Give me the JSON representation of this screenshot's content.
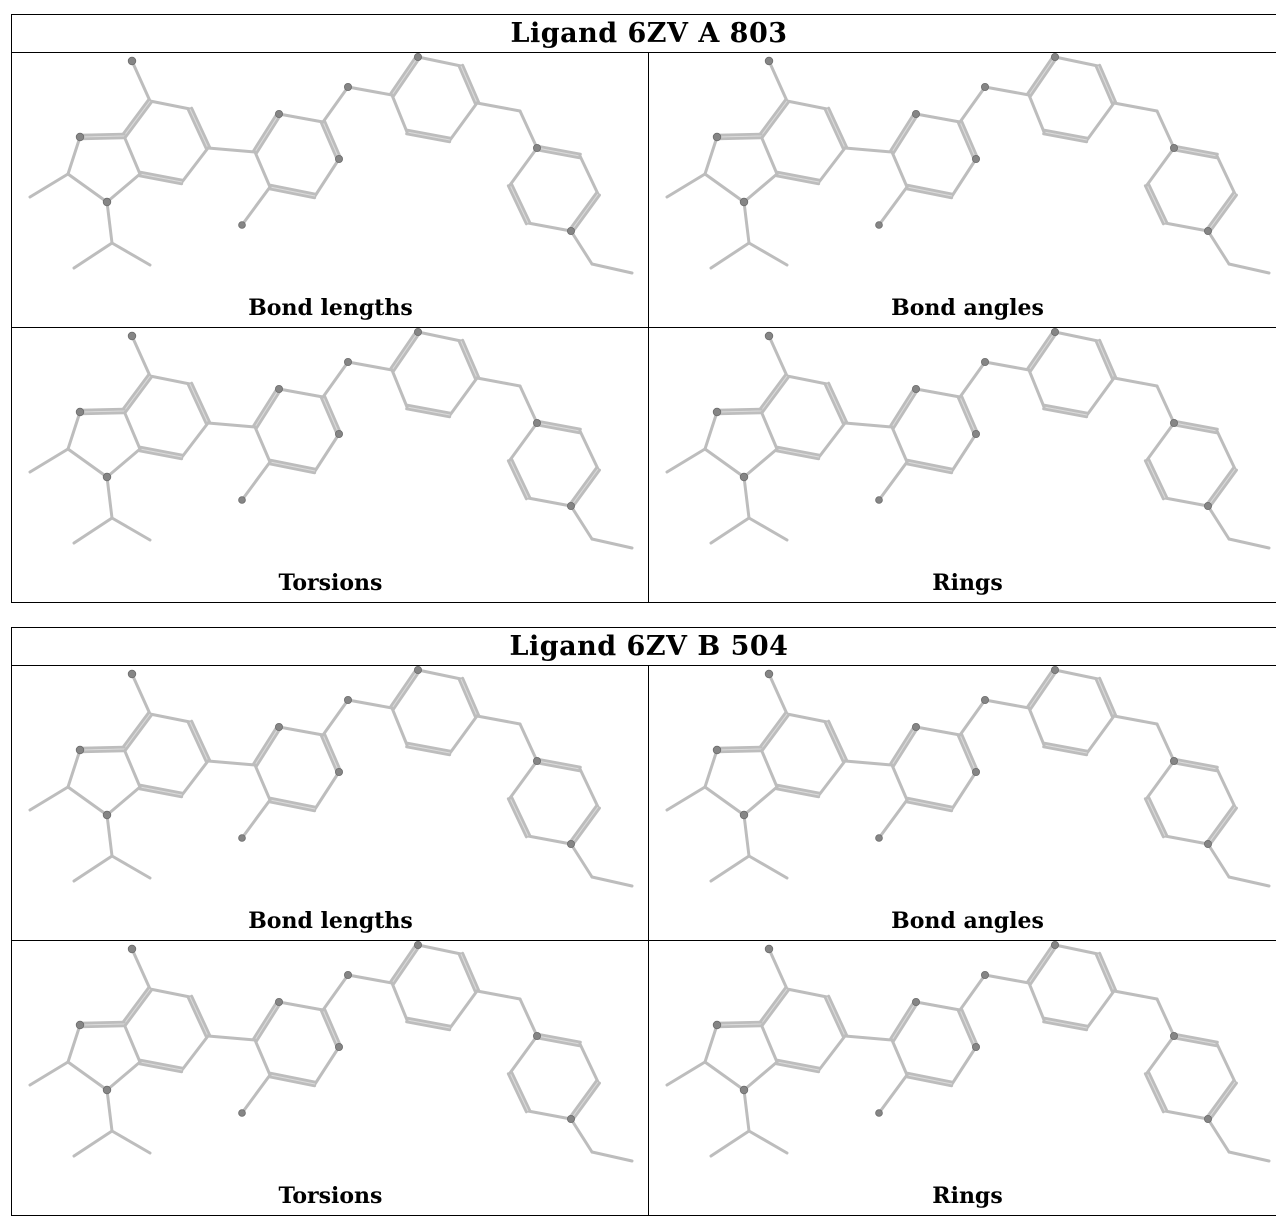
{
  "tables": [
    {
      "title": "Ligand 6ZV A 803",
      "panels": [
        "Bond lengths",
        "Bond angles",
        "Torsions",
        "Rings"
      ]
    },
    {
      "title": "Ligand 6ZV B 504",
      "panels": [
        "Bond lengths",
        "Bond angles",
        "Torsions",
        "Rings"
      ]
    }
  ],
  "colors": {
    "bond": "#bdbdbd",
    "atom": "#858585",
    "border": "#000000"
  }
}
